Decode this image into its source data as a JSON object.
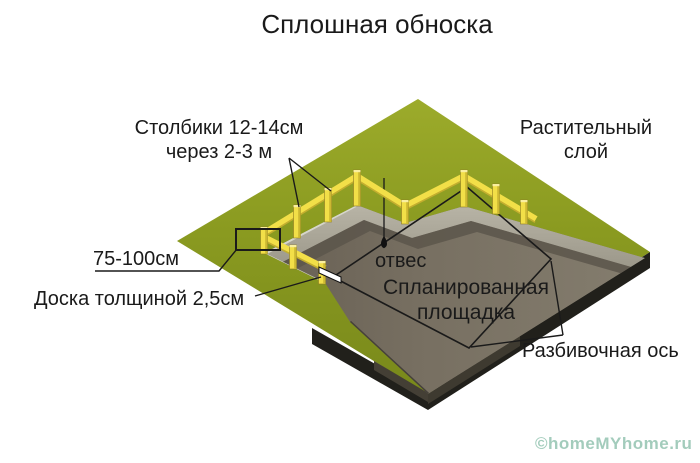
{
  "title": "Сплошная обноска",
  "labels": {
    "posts": "Столбики 12-14см\nчерез 2-3 м",
    "vegetation": "Растительный\nслой",
    "post_height": "75-100см",
    "board": "Доска толщиной 2,5см",
    "plumb": "отвес",
    "platform": "Спланированная\nплощадка",
    "axis": "Разбивочная ось"
  },
  "watermark": "©homeMYhome.ru",
  "colors": {
    "background": "#ffffff",
    "ground_green": "#8a9a20",
    "platform_gray": "#7b7467",
    "slope_gray": "#a9a496",
    "stake_yellow": "#f2df48",
    "line_black": "#1a1a1a",
    "section_dark": "#21201b",
    "watermark": "#a3ccbc"
  }
}
